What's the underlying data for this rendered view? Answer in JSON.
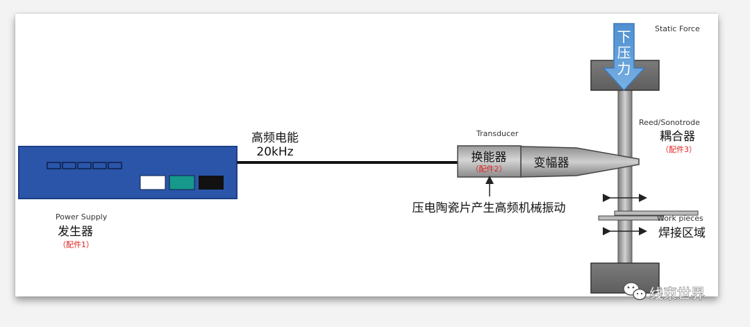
{
  "power_supply": {
    "label_en": "Power Supply",
    "label_zh": "发生器",
    "part": "（配件1）"
  },
  "signal": {
    "label_zh": "高频电能",
    "frequency": "20kHz"
  },
  "transducer": {
    "label_en": "Transducer",
    "label_zh": "换能器",
    "part": "（配件2）",
    "note": "压电陶瓷片产生高频机械振动"
  },
  "booster": {
    "label_zh": "变幅器"
  },
  "force": {
    "label_en": "Static Force",
    "chars": [
      "下",
      "压",
      "力"
    ]
  },
  "horn": {
    "label_en": "Reed/Sonotrode",
    "label_zh": "耦合器",
    "part": "（配件3）"
  },
  "workpiece": {
    "label_en": "Work pieces",
    "label_zh": "焊接区域"
  },
  "watermark": {
    "text": "线束世界"
  },
  "colors": {
    "panel": "#2b55a8",
    "accent_red": "#e02020",
    "arrow_blue": "#5b9bd5",
    "gray_block": "#6f6f6f"
  }
}
